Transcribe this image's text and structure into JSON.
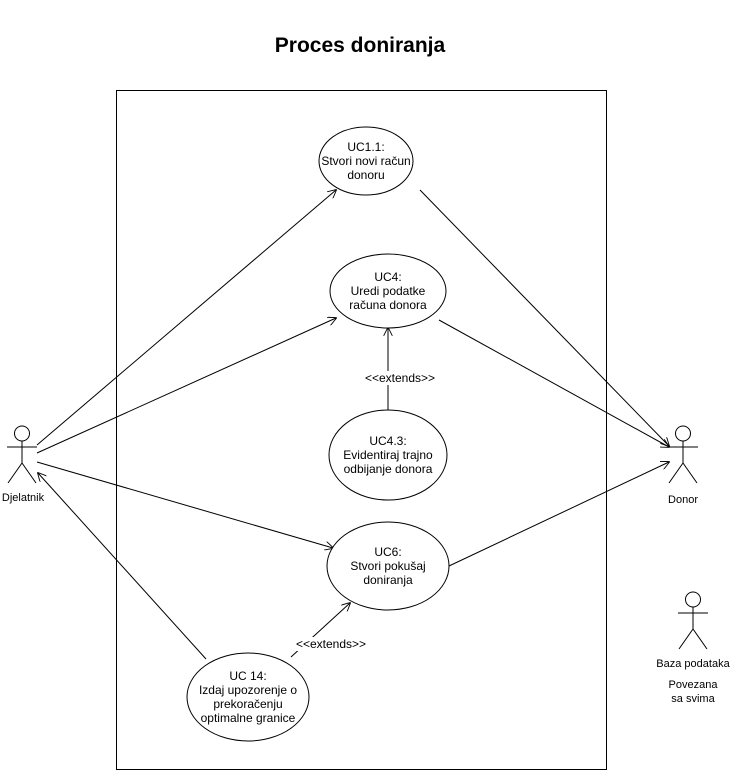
{
  "title": "Proces doniranja",
  "actors": [
    {
      "id": "djelatnik",
      "name": "Djelatnik"
    },
    {
      "id": "donor",
      "name": "Donor"
    },
    {
      "id": "baza",
      "name": "Baza podataka",
      "note": [
        "Povezana",
        "sa svima"
      ]
    }
  ],
  "use_cases": [
    {
      "id": "uc1_1",
      "lines": [
        "UC1.1:",
        "Stvori novi račun",
        "donoru"
      ]
    },
    {
      "id": "uc4",
      "lines": [
        "UC4:",
        "Uredi podatke",
        "računa donora"
      ]
    },
    {
      "id": "uc4_3",
      "lines": [
        "UC4.3:",
        "Evidentiraj trajno",
        "odbijanje donora"
      ]
    },
    {
      "id": "uc6",
      "lines": [
        "UC6:",
        "Stvori pokušaj",
        "doniranja"
      ]
    },
    {
      "id": "uc14",
      "lines": [
        "UC 14:",
        "Izdaj upozorenje o",
        "prekoračenju",
        "optimalne granice"
      ]
    }
  ],
  "relations": [
    {
      "from": "djelatnik",
      "to": "uc1_1",
      "type": "association"
    },
    {
      "from": "djelatnik",
      "to": "uc4",
      "type": "association"
    },
    {
      "from": "djelatnik",
      "to": "uc6",
      "type": "association"
    },
    {
      "from": "uc14",
      "to": "djelatnik",
      "type": "association"
    },
    {
      "from": "uc1_1",
      "to": "donor",
      "type": "association"
    },
    {
      "from": "uc4",
      "to": "donor",
      "type": "association"
    },
    {
      "from": "uc6",
      "to": "donor",
      "type": "association"
    },
    {
      "from": "uc4_3",
      "to": "uc4",
      "type": "extends",
      "label": "<<extends>>"
    },
    {
      "from": "uc14",
      "to": "uc6",
      "type": "extends",
      "label": "<<extends>>"
    }
  ]
}
